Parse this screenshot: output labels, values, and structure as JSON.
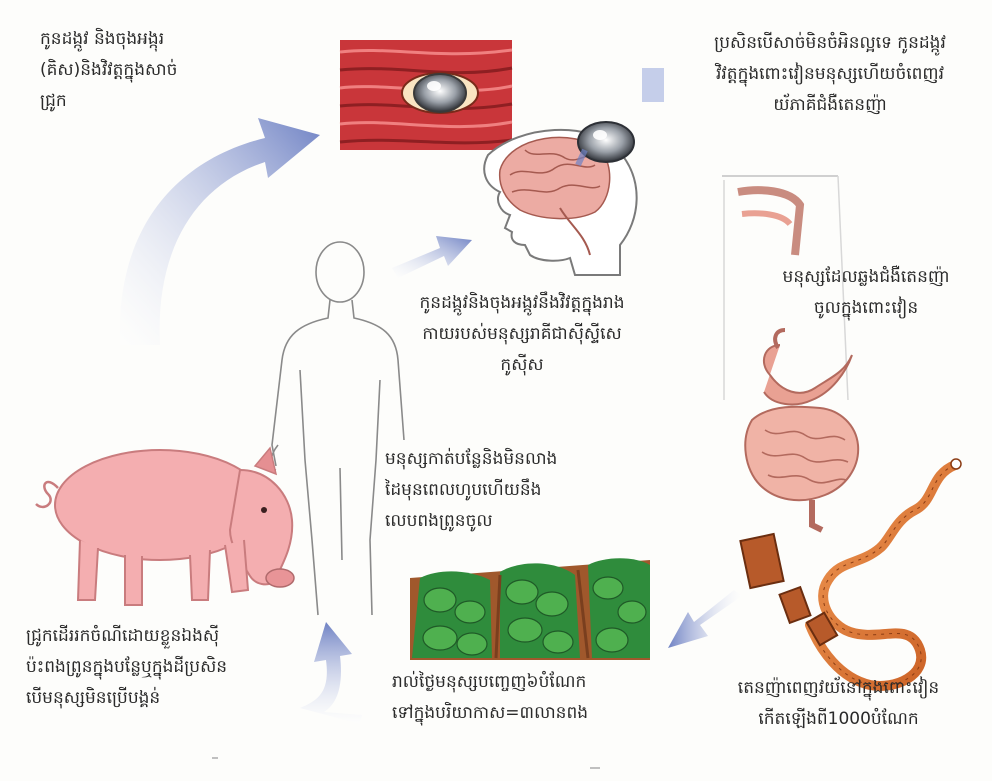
{
  "captions": {
    "larvae_in_muscle": "កូនដង្កូវ និងចុងអង្កុរ\n(គិស)និងវិវត្តក្នុងសាច់\nជ្រូក",
    "undercooked_meat": "ប្រសិនបើសាច់មិនចំអិនល្អទេ កូនដង្កូវ\nវិវត្តក្នុងពោះវៀនមនុស្សហើយចំពេញវ\nយ័ភាគីជំងឺតេនញ៉ា",
    "infected_human": "មនុស្សដែលឆ្លងជំងឺតេនញ៉ា\nចូលក្នុងពោះវៀន",
    "larvae_in_body": "កូនដង្កូវនិងចុងអង្កូវនឹងវិវត្តក្នុងរាង\nកាយរបស់មនុស្សរាគីជាស៊ីស្ទីសេ\nកូស៊ីស",
    "no_handwash": "មនុស្សកាត់បន្លែនិងមិនលាង\nដៃមុនពេលហូបហើយនឹង\nលេបពងព្រូនចូល",
    "pig": "ជ្រូកដើររកចំណីដោយខ្លួនឯងស៊ី\nប៉ះពងព្រូនក្នុងបន្លែឬក្នុងដីប្រសិន\nបើមនុស្សមិនប្រើបង្គន់",
    "daily_excrement": "រាល់ថ្ងៃមនុស្សបញ្ចេញ៦បំណែក\nទៅក្នុងបរិយាកាស=៣លានពង",
    "tapeworm_eggs": "តេនញ៉ាពេញវយ័នៅក្នុងពោះវៀន\nកើតឡើងពី1000បំណែក"
  },
  "colors": {
    "arrow": "#6f82c4",
    "muscle": "#c9363a",
    "pig": "#f4aeb0",
    "tapeworm": "#e2773a",
    "vegetable": "#2f8c3c",
    "soil": "#a0582c",
    "brain": "#ecaba3",
    "stomach": "#e9a193"
  },
  "icons": [
    "muscle-tissue-icon",
    "cyst-eye-icon",
    "head-with-brain-icon",
    "human-silhouette-icon",
    "digestive-tract-icon",
    "tapeworm-icon",
    "pig-icon",
    "vegetable-field-icon",
    "cycle-arrow-icon"
  ]
}
